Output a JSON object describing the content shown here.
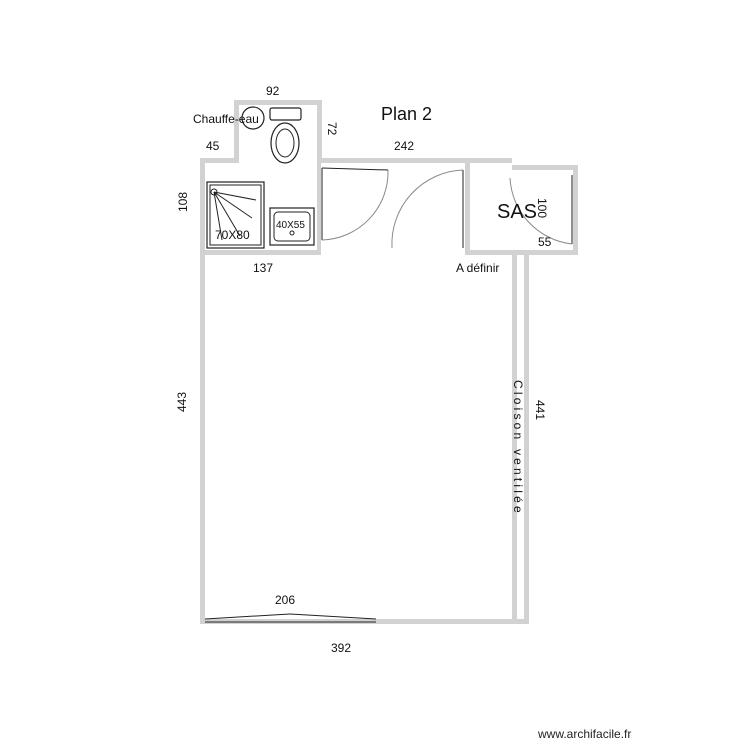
{
  "plan": {
    "title": "Plan 2",
    "labels": {
      "chauffe_eau": "Chauffe-eau",
      "shower": "70X80",
      "sink": "40X55",
      "sas": "SAS",
      "a_definir": "A définir",
      "cloison": "Cloison ventilée"
    },
    "dimensions": {
      "top_wc": "92",
      "wc_left": "45",
      "wc_right": "72",
      "corridor": "242",
      "bath_height": "108",
      "sas_depth": "100",
      "sas_width": "55",
      "bath_width": "137",
      "room_height": "443",
      "room_right": "441",
      "window": "206",
      "total_width": "392"
    },
    "watermark": "www.archifacile.fr",
    "colors": {
      "wall": "#d2d2d2",
      "line": "#8a8a8a"
    }
  }
}
